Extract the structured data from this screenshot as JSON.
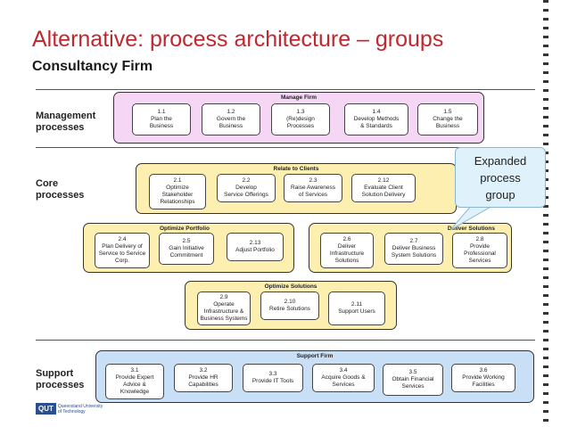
{
  "title": "Alternative: process architecture – groups",
  "subtitle": "Consultancy Firm",
  "rows": {
    "management": "Management\nprocesses",
    "core": "Core\nprocesses",
    "support": "Support\nprocesses"
  },
  "callout": "Expanded\nprocess\ngroup",
  "manage_firm": {
    "title": "Manage Firm",
    "boxes": [
      "1.1\nPlan the\nBusiness",
      "1.2\nGovern the\nBusiness",
      "1.3\n(Re)design\nProcesses",
      "1.4\nDevelop Methods\n& Standards",
      "1.5\nChange the\nBusiness"
    ]
  },
  "relate_clients": {
    "title": "Relate to Clients",
    "boxes": [
      "2.1\nOptimize\nStakeholder\nRelationships",
      "2.2\nDevelop\nService Offerings",
      "2.3\nRaise Awareness\nof Services",
      "2.12\nEvaluate Client\nSolution Delivery"
    ]
  },
  "optimize_portfolio": {
    "title": "Optimize Portfolio",
    "boxes": [
      "2.4\nPlan Delivery of\nService to Service\nCorp.",
      "2.5\nGain Initiative\nCommitment",
      "2.13\nAdjust Portfolio"
    ]
  },
  "deliver_solutions": {
    "title": "Deliver Solutions",
    "boxes": [
      "2.6\nDeliver\nInfrastructure\nSolutions",
      "2.7\nDeliver Business\nSystem Solutions",
      "2.8\nProvide\nProfessional\nServices"
    ]
  },
  "optimize_solutions": {
    "title": "Optimize Solutions",
    "boxes": [
      "2.9\nOperate\nInfrastructure &\nBusiness Systems",
      "2.10\nRetire Solutions",
      "2.11\nSupport Users"
    ]
  },
  "support_firm": {
    "title": "Support Firm",
    "boxes": [
      "3.1\nProvide Expert\nAdvice &\nKnowledge",
      "3.2\nProvide HR\nCapabilities",
      "3.3\nProvide IT Tools",
      "3.4\nAcquire Goods &\nServices",
      "3.5\nObtain Financial\nServices",
      "3.6\nProvide Working\nFacilities"
    ]
  },
  "logo": {
    "mark": "QUT",
    "text": "Queensland University\nof Technology"
  },
  "colors": {
    "title": "#c0282f",
    "manage_panel": "#f6d6f5",
    "core_panels": "#fcefb0",
    "support_panel": "#c9dff5",
    "callout": "#dff1fb"
  }
}
